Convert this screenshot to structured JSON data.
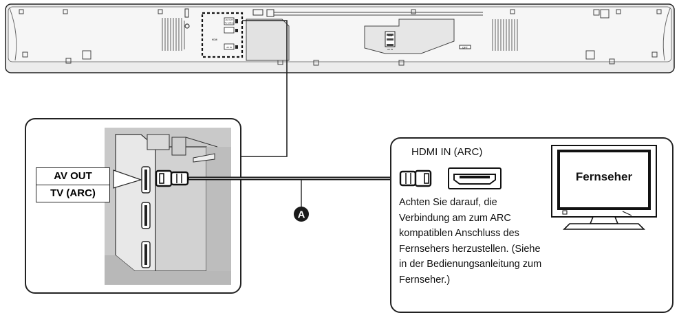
{
  "soundbar": {
    "tiny_labels": [
      "AV OUT",
      "TV (ARC)",
      "HDMI",
      "AV IN",
      "SUB",
      "AC IN",
      "OPT"
    ]
  },
  "closeup": {
    "port_label_top": "AV OUT",
    "port_label_bottom": "TV (ARC)"
  },
  "cable": {
    "marker": "A"
  },
  "tv_panel": {
    "port_title": "HDMI IN (ARC)",
    "tv_label": "Fernseher",
    "note_lines": [
      "Achten Sie darauf, die",
      "Verbindung am zum ARC",
      "kompatiblen Anschluss des",
      "Fernsehers herzustellen. (Siehe",
      "in der Bedienungsanleitung zum",
      "Fernseher.)"
    ]
  },
  "colors": {
    "line": "#222222",
    "panel_fill": "#d6d6d6",
    "device_fill": "#e4e4e4",
    "screen_fill": "#ffffff",
    "marker_fill": "#1a1a1a"
  }
}
